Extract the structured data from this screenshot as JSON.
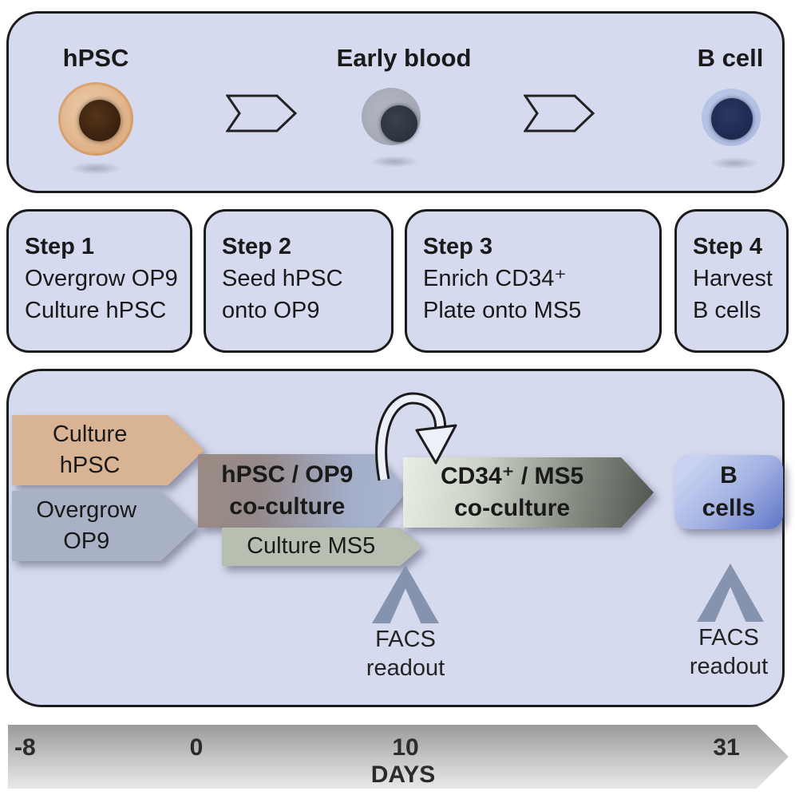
{
  "figure": {
    "overview": {
      "stages": [
        {
          "label": "hPSC"
        },
        {
          "label": "Early blood"
        },
        {
          "label": "B cell"
        }
      ]
    },
    "steps": [
      {
        "title": "Step 1",
        "lines": [
          "Overgrow OP9",
          "Culture hPSC"
        ]
      },
      {
        "title": "Step 2",
        "lines": [
          "Seed hPSC",
          "onto OP9"
        ]
      },
      {
        "title": "Step 3",
        "lines": [
          "Enrich CD34⁺",
          "Plate onto MS5"
        ]
      },
      {
        "title": "Step 4",
        "lines": [
          "Harvest",
          "B cells"
        ]
      }
    ],
    "timeline": {
      "banners": {
        "culture_hpsc": {
          "line1": "Culture",
          "line2": "hPSC"
        },
        "overgrow_op9": {
          "line1": "Overgrow",
          "line2": "OP9"
        },
        "hpsc_op9": {
          "line1": "hPSC / OP9",
          "line2": "co-culture"
        },
        "culture_ms5": {
          "label": "Culture MS5"
        },
        "cd34_ms5": {
          "line1": "CD34⁺ / MS5",
          "line2": "co-culture"
        },
        "b_cells": {
          "line1": "B",
          "line2": "cells"
        }
      },
      "facs_readout": {
        "line1": "FACS",
        "line2": "readout"
      }
    },
    "axis": {
      "ticks": [
        "-8",
        "0",
        "10",
        "31"
      ],
      "label": "DAYS"
    },
    "colors": {
      "panel_bg": "#d5daee",
      "border": "#1c1c1c",
      "culture_hpsc_banner": "#d8b394",
      "overgrow_op9_banner": "#a8b1c6",
      "hpsc_op9_gradient_left": "#9a8a83",
      "hpsc_op9_gradient_right": "#aab5cf",
      "culture_ms5_banner": "#b7c0b0",
      "cd34_ms5_gradient_left": "#e9eee5",
      "cd34_ms5_gradient_right": "#4f554e",
      "b_cells_gradient_light": "#c8d2f0",
      "b_cells_gradient_dark": "#5d74c4",
      "facs_chevron": "#8593af",
      "hpsc_cell_body": "#e2b68d",
      "hpsc_cell_nucleus": "#3c2410",
      "early_blood_cell_body": "#a6abb7",
      "early_blood_cell_nucleus": "#2c323e",
      "b_cell_body": "#b4c1e4",
      "b_cell_nucleus": "#1e2950",
      "axis_gradient_top": "#9a9a9a",
      "axis_gradient_bottom": "#e8e8e8"
    }
  }
}
